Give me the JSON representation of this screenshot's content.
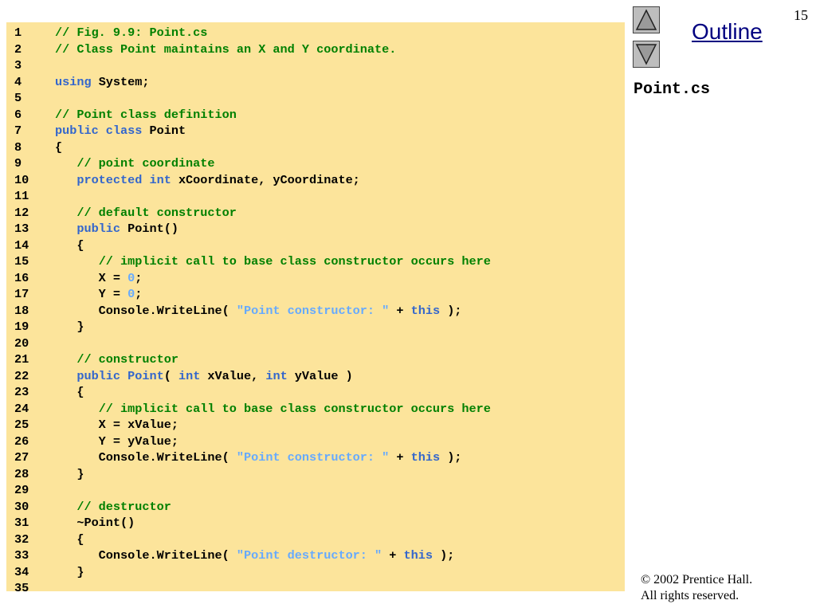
{
  "slide": {
    "page_number": "15",
    "outline_label": "Outline",
    "file_name": "Point.cs",
    "copyright_line1": "© 2002 Prentice Hall.",
    "copyright_line2": "All rights reserved.",
    "nav_up_icon": "triangle-up-icon",
    "nav_down_icon": "triangle-down-icon"
  },
  "colors": {
    "comment": "#008000",
    "keyword": "#3366cc",
    "string": "#66aaff",
    "code_bg": "#fce49b"
  },
  "code": [
    {
      "n": "1",
      "tokens": [
        {
          "t": "// Fig. 9.9: Point.cs",
          "k": "comment"
        }
      ]
    },
    {
      "n": "2",
      "tokens": [
        {
          "t": "// Class Point maintains an X and Y coordinate.",
          "k": "comment"
        }
      ]
    },
    {
      "n": "3",
      "tokens": []
    },
    {
      "n": "4",
      "tokens": [
        {
          "t": "using",
          "k": "keyword"
        },
        {
          "t": " System;",
          "k": "plain"
        }
      ]
    },
    {
      "n": "5",
      "tokens": []
    },
    {
      "n": "6",
      "tokens": [
        {
          "t": "// Point class definition",
          "k": "comment"
        }
      ]
    },
    {
      "n": "7",
      "tokens": [
        {
          "t": "public class",
          "k": "keyword"
        },
        {
          "t": " Point",
          "k": "plain"
        }
      ]
    },
    {
      "n": "8",
      "tokens": [
        {
          "t": "{",
          "k": "plain"
        }
      ]
    },
    {
      "n": "9",
      "tokens": [
        {
          "t": "   ",
          "k": "plain"
        },
        {
          "t": "// point coordinate",
          "k": "comment"
        }
      ]
    },
    {
      "n": "10",
      "tokens": [
        {
          "t": "   ",
          "k": "plain"
        },
        {
          "t": "protected int",
          "k": "keyword"
        },
        {
          "t": " xCoordinate, yCoordinate;",
          "k": "plain"
        }
      ]
    },
    {
      "n": "11",
      "tokens": []
    },
    {
      "n": "12",
      "tokens": [
        {
          "t": "   ",
          "k": "plain"
        },
        {
          "t": "// default constructor",
          "k": "comment"
        }
      ]
    },
    {
      "n": "13",
      "tokens": [
        {
          "t": "   ",
          "k": "plain"
        },
        {
          "t": "public",
          "k": "keyword"
        },
        {
          "t": " Point()",
          "k": "plain"
        }
      ]
    },
    {
      "n": "14",
      "tokens": [
        {
          "t": "   {",
          "k": "plain"
        }
      ]
    },
    {
      "n": "15",
      "tokens": [
        {
          "t": "      ",
          "k": "plain"
        },
        {
          "t": "// implicit call to base class constructor occurs here",
          "k": "comment"
        }
      ]
    },
    {
      "n": "16",
      "tokens": [
        {
          "t": "      X = ",
          "k": "plain"
        },
        {
          "t": "0",
          "k": "number"
        },
        {
          "t": ";",
          "k": "plain"
        }
      ]
    },
    {
      "n": "17",
      "tokens": [
        {
          "t": "      Y = ",
          "k": "plain"
        },
        {
          "t": "0",
          "k": "number"
        },
        {
          "t": ";",
          "k": "plain"
        }
      ]
    },
    {
      "n": "18",
      "tokens": [
        {
          "t": "      Console.WriteLine( ",
          "k": "plain"
        },
        {
          "t": "\"Point constructor: \"",
          "k": "string"
        },
        {
          "t": " + ",
          "k": "plain"
        },
        {
          "t": "this",
          "k": "keyword"
        },
        {
          "t": " );",
          "k": "plain"
        }
      ]
    },
    {
      "n": "19",
      "tokens": [
        {
          "t": "   }",
          "k": "plain"
        }
      ]
    },
    {
      "n": "20",
      "tokens": []
    },
    {
      "n": "21",
      "tokens": [
        {
          "t": "   ",
          "k": "plain"
        },
        {
          "t": "// constructor",
          "k": "comment"
        }
      ]
    },
    {
      "n": "22",
      "tokens": [
        {
          "t": "   ",
          "k": "plain"
        },
        {
          "t": "public",
          "k": "keyword"
        },
        {
          "t": " ",
          "k": "plain"
        },
        {
          "t": "Point",
          "k": "keyword"
        },
        {
          "t": "( ",
          "k": "plain"
        },
        {
          "t": "int",
          "k": "keyword"
        },
        {
          "t": " xValue, ",
          "k": "plain"
        },
        {
          "t": "int",
          "k": "keyword"
        },
        {
          "t": " yValue )",
          "k": "plain"
        }
      ]
    },
    {
      "n": "23",
      "tokens": [
        {
          "t": "   {",
          "k": "plain"
        }
      ]
    },
    {
      "n": "24",
      "tokens": [
        {
          "t": "      ",
          "k": "plain"
        },
        {
          "t": "// implicit call to base class constructor occurs here",
          "k": "comment"
        }
      ]
    },
    {
      "n": "25",
      "tokens": [
        {
          "t": "      X = xValue;",
          "k": "plain"
        }
      ]
    },
    {
      "n": "26",
      "tokens": [
        {
          "t": "      Y = yValue;",
          "k": "plain"
        }
      ]
    },
    {
      "n": "27",
      "tokens": [
        {
          "t": "      Console.WriteLine( ",
          "k": "plain"
        },
        {
          "t": "\"Point constructor: \"",
          "k": "string"
        },
        {
          "t": " + ",
          "k": "plain"
        },
        {
          "t": "this",
          "k": "keyword"
        },
        {
          "t": " );",
          "k": "plain"
        }
      ]
    },
    {
      "n": "28",
      "tokens": [
        {
          "t": "   }",
          "k": "plain"
        }
      ]
    },
    {
      "n": "29",
      "tokens": []
    },
    {
      "n": "30",
      "tokens": [
        {
          "t": "   ",
          "k": "plain"
        },
        {
          "t": "// destructor",
          "k": "comment"
        }
      ]
    },
    {
      "n": "31",
      "tokens": [
        {
          "t": "   ~Point()",
          "k": "plain"
        }
      ]
    },
    {
      "n": "32",
      "tokens": [
        {
          "t": "   {",
          "k": "plain"
        }
      ]
    },
    {
      "n": "33",
      "tokens": [
        {
          "t": "      Console.WriteLine( ",
          "k": "plain"
        },
        {
          "t": "\"Point destructor: \"",
          "k": "string"
        },
        {
          "t": " + ",
          "k": "plain"
        },
        {
          "t": "this",
          "k": "keyword"
        },
        {
          "t": " );",
          "k": "plain"
        }
      ]
    },
    {
      "n": "34",
      "tokens": [
        {
          "t": "   }",
          "k": "plain"
        }
      ]
    },
    {
      "n": "35",
      "tokens": []
    }
  ]
}
